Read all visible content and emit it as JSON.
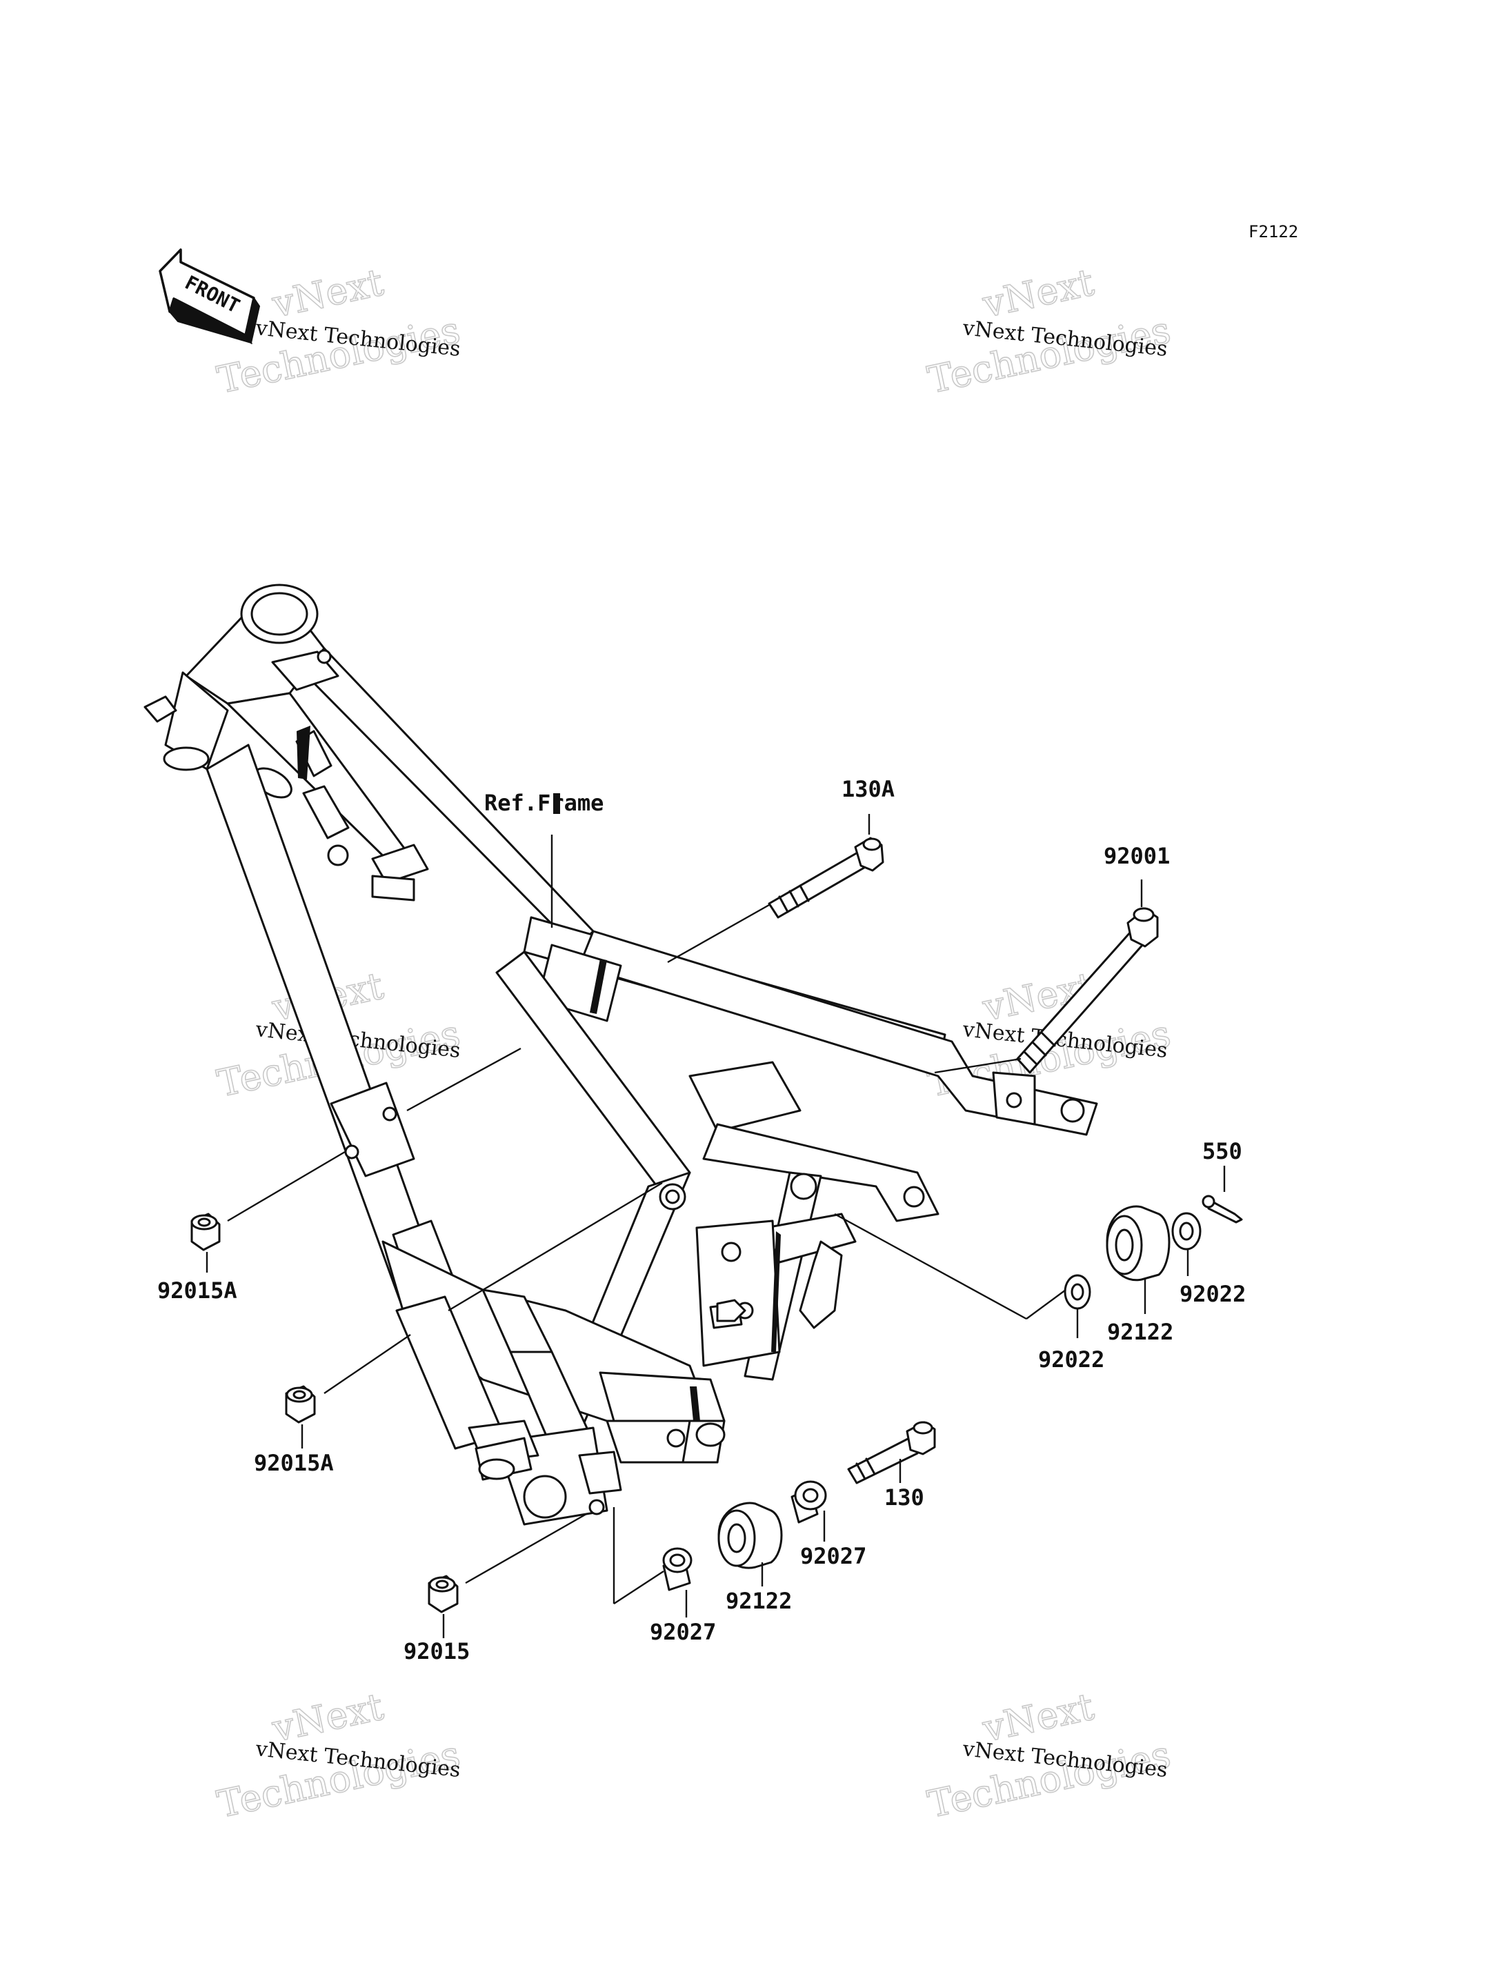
{
  "diagram_code": "F2122",
  "front_label": "FRONT",
  "ref_label": "Ref.Frame",
  "watermark": {
    "small": "vNext Technologies",
    "big_top": "vNext",
    "big_bottom": "Technologies"
  },
  "parts": [
    {
      "id": "130A",
      "label": "130A"
    },
    {
      "id": "92001",
      "label": "92001"
    },
    {
      "id": "550",
      "label": "550"
    },
    {
      "id": "92015A_top",
      "label": "92015A"
    },
    {
      "id": "92015A_bot",
      "label": "92015A"
    },
    {
      "id": "92015",
      "label": "92015"
    },
    {
      "id": "92022_right",
      "label": "92022"
    },
    {
      "id": "92022_left",
      "label": "92022"
    },
    {
      "id": "92122_right",
      "label": "92122"
    },
    {
      "id": "92122_bot",
      "label": "92122"
    },
    {
      "id": "130",
      "label": "130"
    },
    {
      "id": "92027_right",
      "label": "92027"
    },
    {
      "id": "92027_bot",
      "label": "92027"
    }
  ]
}
